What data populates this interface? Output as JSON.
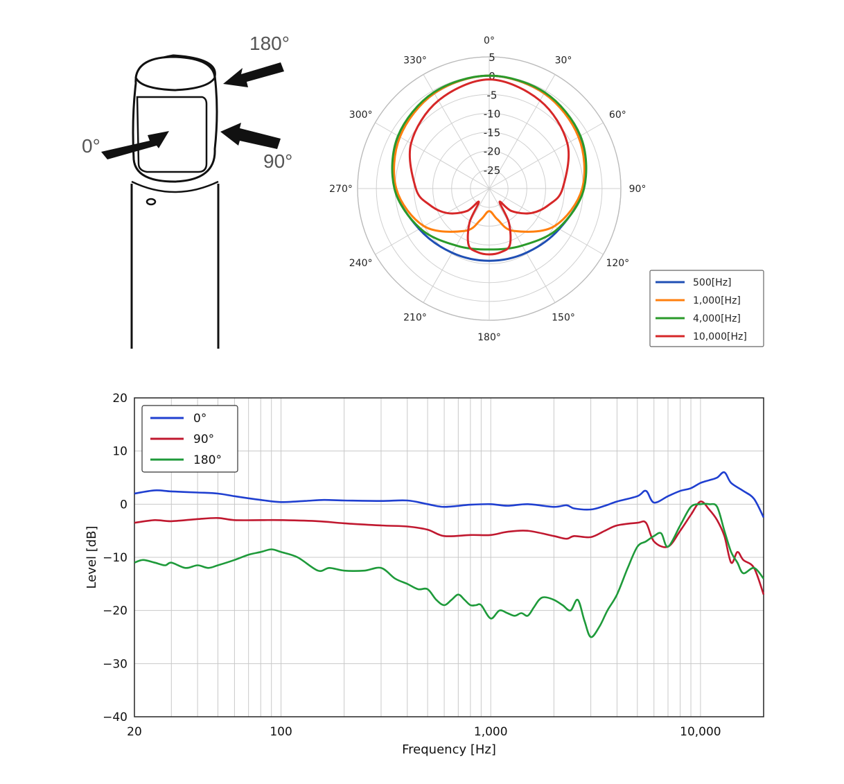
{
  "mic": {
    "label_0": "0°",
    "label_90": "90°",
    "label_180": "180°"
  },
  "chart_data": [
    {
      "type": "polar",
      "angle_labels": [
        "0°",
        "30°",
        "60°",
        "90°",
        "120°",
        "150°",
        "180°",
        "210°",
        "240°",
        "270°",
        "300°",
        "330°"
      ],
      "radial_labels": [
        "5",
        "0",
        "-5",
        "-10",
        "-15",
        "-20",
        "-25"
      ],
      "rlim": [
        -30,
        5
      ],
      "legend_placement": "bottom-right",
      "series": [
        {
          "name": "500[Hz]",
          "color": "#1f4fb4",
          "angles": [
            0,
            30,
            60,
            90,
            120,
            150,
            180,
            210,
            240,
            270,
            300,
            330,
            360
          ],
          "values": [
            0,
            -0.8,
            -2.5,
            -5.0,
            -8.5,
            -10.3,
            -10.8,
            -10.3,
            -8.5,
            -5.0,
            -2.5,
            -0.8,
            0
          ]
        },
        {
          "name": "1,000[Hz]",
          "color": "#ff7f0e",
          "angles": [
            0,
            30,
            60,
            90,
            120,
            150,
            165,
            180,
            195,
            210,
            240,
            270,
            300,
            330,
            360
          ],
          "values": [
            0,
            -0.8,
            -2.6,
            -5.3,
            -10.0,
            -17.0,
            -21.5,
            -24.0,
            -21.5,
            -17.0,
            -10.0,
            -5.3,
            -2.6,
            -0.8,
            0
          ]
        },
        {
          "name": "4,000[Hz]",
          "color": "#2a9a2a",
          "angles": [
            0,
            30,
            60,
            90,
            120,
            150,
            180,
            210,
            240,
            270,
            300,
            330,
            360
          ],
          "values": [
            0,
            -0.5,
            -2.0,
            -4.8,
            -8.8,
            -12.5,
            -13.8,
            -12.5,
            -8.8,
            -4.8,
            -2.0,
            -0.5,
            0
          ]
        },
        {
          "name": "10,000[Hz]",
          "color": "#d62728",
          "angles": [
            0,
            30,
            60,
            90,
            105,
            120,
            135,
            142,
            150,
            160,
            170,
            180,
            190,
            200,
            210,
            218,
            225,
            240,
            255,
            270,
            300,
            330,
            360
          ],
          "values": [
            -1.0,
            -3.0,
            -6.0,
            -10.5,
            -13.5,
            -17.0,
            -21.5,
            -25.5,
            -19.5,
            -14.0,
            -12.8,
            -12.5,
            -12.8,
            -14.0,
            -19.5,
            -25.5,
            -21.5,
            -17.0,
            -13.5,
            -10.5,
            -6.0,
            -3.0,
            -1.0
          ]
        }
      ]
    },
    {
      "type": "line",
      "xlabel": "Frequency [Hz]",
      "ylabel": "Level [dB]",
      "xscale": "log",
      "xlim": [
        20,
        20000
      ],
      "ylim": [
        -40,
        20
      ],
      "x_tick_labels": [
        {
          "value": 20,
          "label": "20"
        },
        {
          "value": 100,
          "label": "100"
        },
        {
          "value": 1000,
          "label": "1,000"
        },
        {
          "value": 10000,
          "label": "10,000"
        }
      ],
      "y_tick_labels": [
        {
          "value": 20,
          "label": "20"
        },
        {
          "value": 10,
          "label": "10"
        },
        {
          "value": 0,
          "label": "0"
        },
        {
          "value": -10,
          "label": "−10"
        },
        {
          "value": -20,
          "label": "−20"
        },
        {
          "value": -30,
          "label": "−30"
        },
        {
          "value": -40,
          "label": "−40"
        }
      ],
      "grid": true,
      "legend_placement": "top-left",
      "series": [
        {
          "name": "0°",
          "color": "#1f3fd0",
          "x": [
            20,
            25,
            30,
            40,
            50,
            60,
            80,
            100,
            130,
            160,
            200,
            300,
            400,
            500,
            600,
            800,
            1000,
            1200,
            1500,
            2000,
            2300,
            2500,
            3000,
            3500,
            4000,
            5000,
            5500,
            6000,
            7000,
            8000,
            9000,
            10000,
            11000,
            12000,
            13000,
            14000,
            16000,
            18000,
            20000
          ],
          "y": [
            2,
            2.6,
            2.4,
            2.2,
            2.0,
            1.5,
            0.8,
            0.4,
            0.6,
            0.8,
            0.7,
            0.6,
            0.7,
            0,
            -0.5,
            -0.1,
            0,
            -0.3,
            0,
            -0.5,
            -0.2,
            -0.8,
            -1.0,
            -0.3,
            0.5,
            1.5,
            2.5,
            0.3,
            1.5,
            2.5,
            3.0,
            4.0,
            4.5,
            5.0,
            6.0,
            4.0,
            2.5,
            1.0,
            -2.5
          ]
        },
        {
          "name": "90°",
          "color": "#c0182f",
          "x": [
            20,
            25,
            30,
            40,
            50,
            60,
            80,
            100,
            150,
            200,
            300,
            400,
            500,
            600,
            800,
            1000,
            1200,
            1500,
            2000,
            2300,
            2500,
            3000,
            3500,
            4000,
            5000,
            5500,
            6000,
            7000,
            8000,
            9000,
            10000,
            11000,
            12000,
            13000,
            14000,
            15000,
            16000,
            18000,
            20000
          ],
          "y": [
            -3.5,
            -3.0,
            -3.2,
            -2.8,
            -2.6,
            -3.0,
            -3.0,
            -3.0,
            -3.2,
            -3.6,
            -4.0,
            -4.2,
            -4.8,
            -6.0,
            -5.8,
            -5.8,
            -5.2,
            -5.0,
            -6.0,
            -6.5,
            -6.0,
            -6.2,
            -5.0,
            -4.0,
            -3.5,
            -3.5,
            -7.0,
            -8.0,
            -5.0,
            -2.0,
            0.5,
            -1.0,
            -3.0,
            -6.0,
            -11.0,
            -9.0,
            -10.5,
            -12.0,
            -17.0
          ]
        },
        {
          "name": "180°",
          "color": "#1e9a3a",
          "x": [
            20,
            22,
            25,
            28,
            30,
            35,
            40,
            45,
            50,
            60,
            70,
            80,
            90,
            100,
            120,
            150,
            170,
            200,
            250,
            300,
            350,
            400,
            450,
            500,
            550,
            600,
            650,
            700,
            750,
            800,
            850,
            900,
            1000,
            1100,
            1200,
            1300,
            1400,
            1500,
            1600,
            1700,
            1800,
            2000,
            2200,
            2400,
            2600,
            2800,
            3000,
            3300,
            3600,
            4000,
            4500,
            5000,
            5500,
            6000,
            6500,
            7000,
            8000,
            9000,
            10000,
            11000,
            12000,
            13000,
            14000,
            15000,
            16000,
            18000,
            20000
          ],
          "y": [
            -11,
            -10.5,
            -11,
            -11.5,
            -11,
            -12,
            -11.5,
            -12,
            -11.5,
            -10.5,
            -9.5,
            -9,
            -8.5,
            -9,
            -10,
            -12.5,
            -12,
            -12.5,
            -12.5,
            -12,
            -14,
            -15,
            -16,
            -16,
            -18,
            -19,
            -18,
            -17,
            -18,
            -19,
            -19,
            -19,
            -21.5,
            -20,
            -20.5,
            -21,
            -20.5,
            -21,
            -19.5,
            -18,
            -17.5,
            -18,
            -19,
            -20,
            -18,
            -22,
            -25,
            -23,
            -20,
            -17,
            -12,
            -8,
            -7,
            -6,
            -5.5,
            -8,
            -4,
            -0.5,
            0,
            0,
            -0.5,
            -5,
            -9,
            -11,
            -13,
            -12,
            -14
          ]
        }
      ]
    }
  ]
}
